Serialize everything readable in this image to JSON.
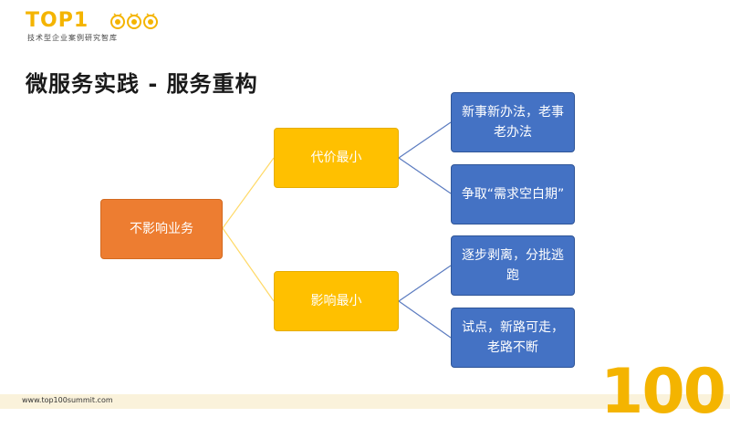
{
  "logo": {
    "brand": "TOP1",
    "tagline": "技术型企业案例研究智库"
  },
  "title": "微服务实践 - 服务重构",
  "diagram": {
    "root": "不影响业务",
    "branches": [
      {
        "label": "代价最小",
        "leaves": [
          "新事新办法，老事老办法",
          "争取“需求空白期”"
        ]
      },
      {
        "label": "影响最小",
        "leaves": [
          "逐步剥离，分批逃跑",
          "试点，新路可走，老路不断"
        ]
      }
    ]
  },
  "footer": {
    "url": "www.top100summit.com",
    "corner": "100"
  },
  "colors": {
    "root": "#ed7d31",
    "branch": "#ffc000",
    "leaf": "#4472c4",
    "root_line": "#ffd966",
    "leaf_line": "#5b7bc0"
  }
}
